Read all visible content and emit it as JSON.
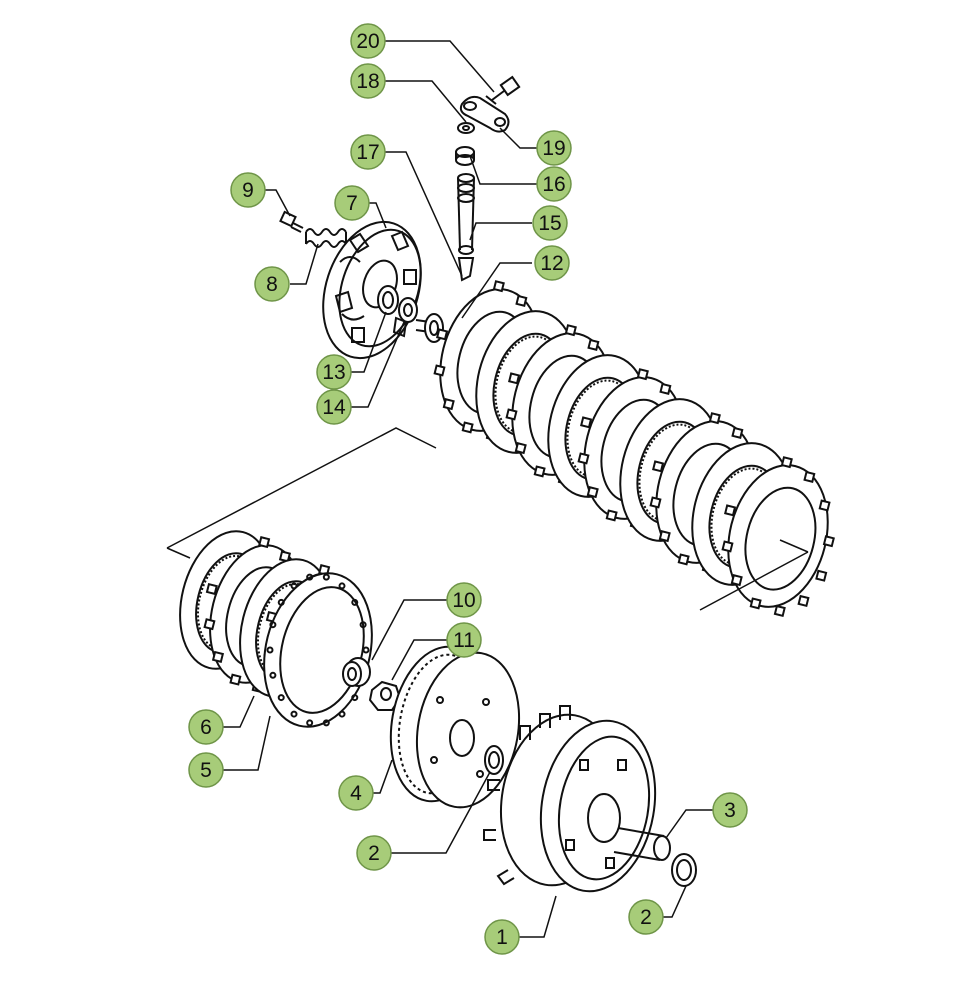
{
  "colors": {
    "callout_fill": "#a7cc79",
    "callout_stroke": "#6f9548",
    "line": "#111111",
    "background": "#ffffff"
  },
  "callouts": [
    {
      "id": "c20",
      "label": "20"
    },
    {
      "id": "c18",
      "label": "18"
    },
    {
      "id": "c19",
      "label": "19"
    },
    {
      "id": "c17",
      "label": "17"
    },
    {
      "id": "c16",
      "label": "16"
    },
    {
      "id": "c9",
      "label": "9"
    },
    {
      "id": "c7",
      "label": "7"
    },
    {
      "id": "c15",
      "label": "15"
    },
    {
      "id": "c12",
      "label": "12"
    },
    {
      "id": "c8",
      "label": "8"
    },
    {
      "id": "c13",
      "label": "13"
    },
    {
      "id": "c14",
      "label": "14"
    },
    {
      "id": "c10",
      "label": "10"
    },
    {
      "id": "c11",
      "label": "11"
    },
    {
      "id": "c6",
      "label": "6"
    },
    {
      "id": "c5",
      "label": "5"
    },
    {
      "id": "c4",
      "label": "4"
    },
    {
      "id": "c3",
      "label": "3"
    },
    {
      "id": "c2a",
      "label": "2"
    },
    {
      "id": "c2b",
      "label": "2"
    },
    {
      "id": "c1",
      "label": "1"
    }
  ]
}
